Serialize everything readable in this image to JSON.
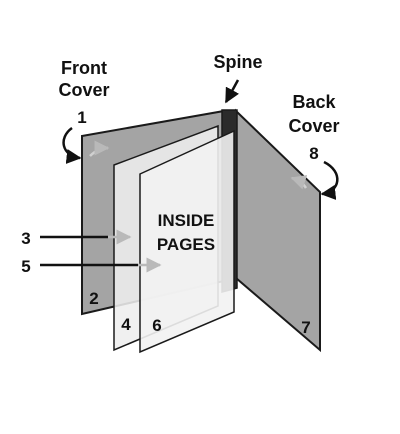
{
  "labels": {
    "front_cover_line1": "Front",
    "front_cover_line2": "Cover",
    "spine": "Spine",
    "back_cover_line1": "Back",
    "back_cover_line2": "Cover",
    "inside_pages_line1": "INSIDE",
    "inside_pages_line2": "PAGES"
  },
  "page_numbers": {
    "p1": "1",
    "p2": "2",
    "p3": "3",
    "p4": "4",
    "p5": "5",
    "p6": "6",
    "p7": "7",
    "p8": "8"
  },
  "colors": {
    "cover_fill": "#a4a4a4",
    "page_fill": "#eeeeee",
    "spine_fill": "#2b2b2b",
    "outline": "#1a1a1a",
    "arrow": "#111111",
    "page_arrow": "#b9b9b9"
  }
}
